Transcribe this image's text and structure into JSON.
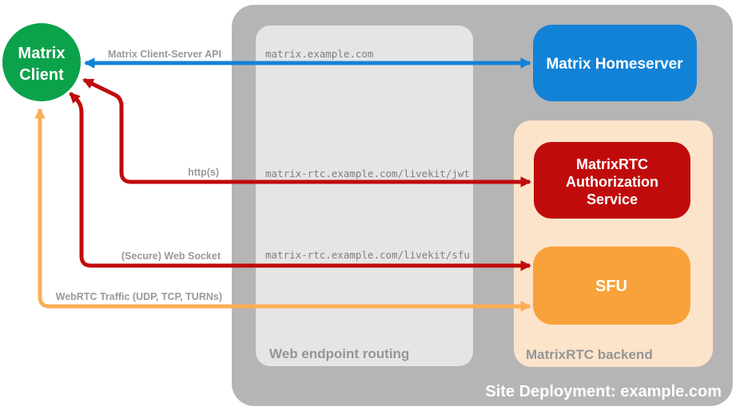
{
  "title": "Site Deployment: example.com",
  "colors": {
    "container_gray": "#b5b5b5",
    "routing_panel_gray": "#e5e5e5",
    "backend_panel_peach": "#fce4cb",
    "client_green": "#0ba24b",
    "homeserver_blue": "#1282d7",
    "service_red": "#c00b0c",
    "sfu_orange": "#f9a23b",
    "webrtc_arrow_orange": "#fbae55",
    "label_gray": "#999999",
    "url_gray": "#7f7f7f",
    "white": "#ffffff"
  },
  "client": {
    "line1": "Matrix",
    "line2": "Client"
  },
  "homeserver": {
    "label": "Matrix Homeserver"
  },
  "auth_service": {
    "line1": "MatrixRTC",
    "line2": "Authorization",
    "line3": "Service"
  },
  "sfu": {
    "label": "SFU"
  },
  "routing": {
    "label": "Web endpoint routing",
    "endpoints": [
      "matrix.example.com",
      "matrix-rtc.example.com/livekit/jwt",
      "matrix-rtc.example.com/livekit/sfu"
    ]
  },
  "backend": {
    "label": "MatrixRTC backend"
  },
  "arrows": {
    "client_server_api": "Matrix Client-Server API",
    "https": "http(s)",
    "websocket": "(Secure) Web Socket",
    "webrtc": "WebRTC Traffic (UDP, TCP, TURNs)"
  }
}
